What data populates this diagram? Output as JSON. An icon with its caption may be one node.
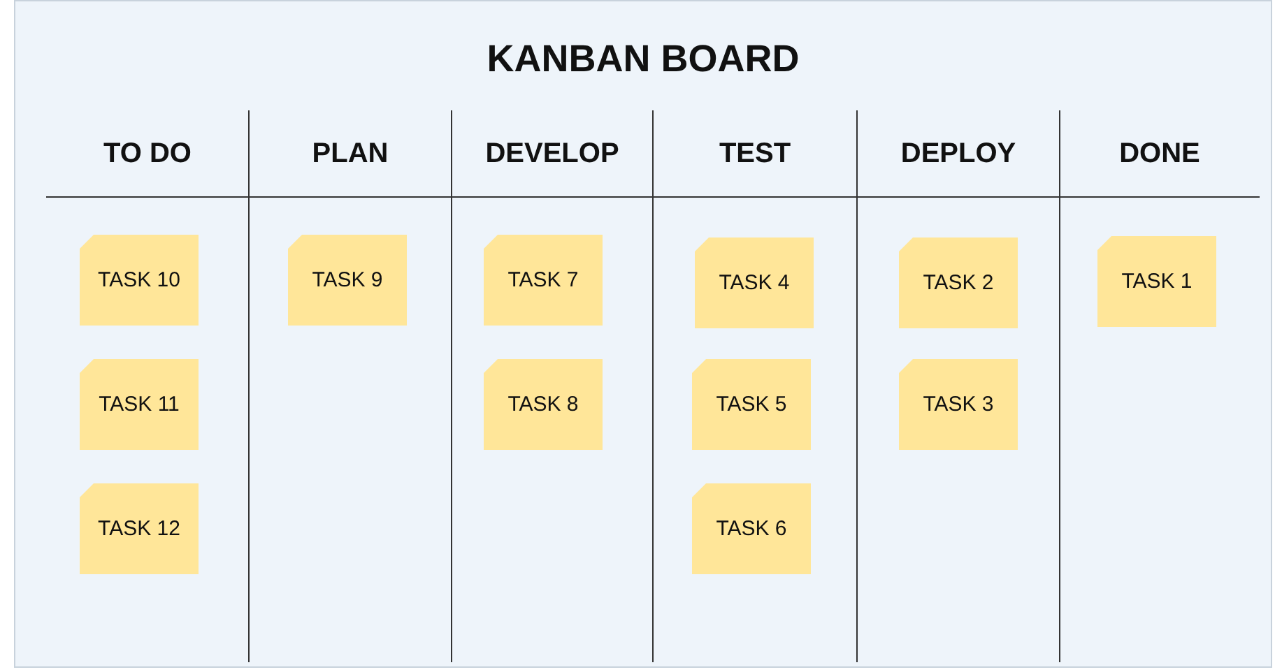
{
  "diagram": {
    "title": "KANBAN BOARD",
    "nodes": [
      {
        "text": [
          "TO DO"
        ]
      },
      {
        "text": [
          "PLAN"
        ]
      },
      {
        "text": [
          "DEVELOP"
        ]
      },
      {
        "text": [
          "TEST"
        ]
      },
      {
        "text": [
          "DEPLOY"
        ]
      },
      {
        "text": [
          "DONE"
        ]
      },
      {
        "text": [
          "TASK 10"
        ],
        "in": 0
      },
      {
        "text": [
          "TASK 11"
        ],
        "in": 0
      },
      {
        "text": [
          "TASK 12"
        ],
        "in": 0
      },
      {
        "text": [
          "TASK 9"
        ],
        "in": 1
      },
      {
        "text": [
          "TASK 7"
        ],
        "in": 2
      },
      {
        "text": [
          "TASK 8"
        ],
        "in": 2
      },
      {
        "text": [
          "TASK 4"
        ],
        "in": 3
      },
      {
        "text": [
          "TASK 5"
        ],
        "in": 3
      },
      {
        "text": [
          "TASK 6"
        ],
        "in": 3
      },
      {
        "text": [
          "TASK 2"
        ],
        "in": 4
      },
      {
        "text": [
          "TASK 3"
        ],
        "in": 4
      },
      {
        "text": [
          "TASK 1"
        ],
        "in": 5
      }
    ],
    "edges": []
  }
}
